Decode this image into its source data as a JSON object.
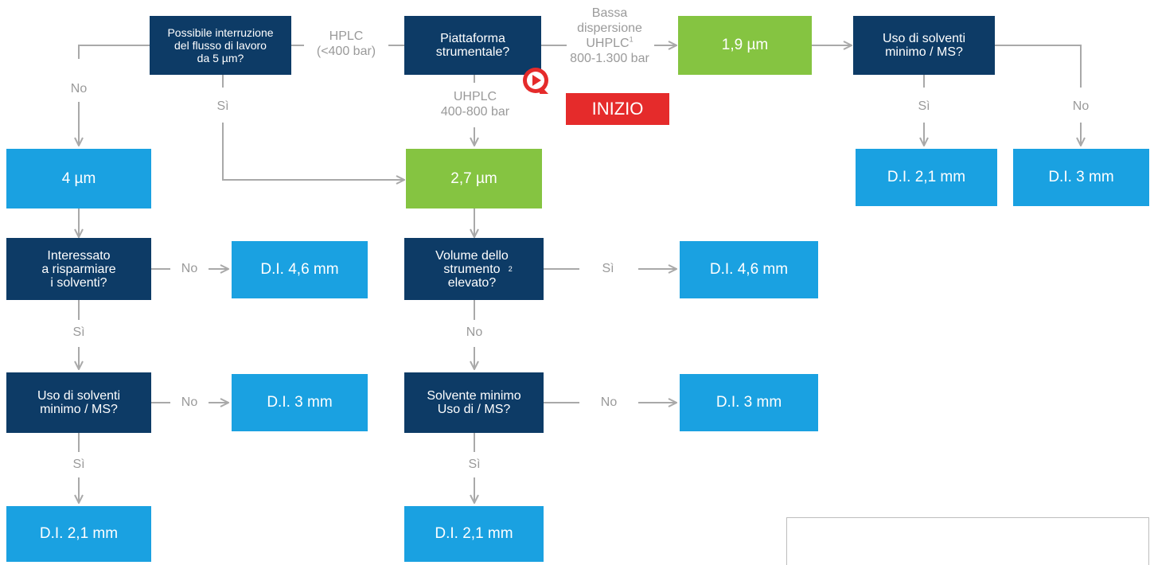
{
  "questions": {
    "q_flow": "Possibile interruzione\ndel flusso di lavoro\nda 5 µm?",
    "q_platform": "Piattaforma\nstrumentale?",
    "q_solvent_right": "Uso di solventi\nminimo / MS?",
    "q_save_solvent": "Interessato\na risparmiare\ni solventi?",
    "q_volume": "Volume dello\nstrumento\nelevato?",
    "q_volume_sup": "2",
    "q_solvent_left": "Uso di solventi\nminimo / MS?",
    "q_solvent_center": "Solvente minimo\nUso di / MS?"
  },
  "results": {
    "r_4um": "4 µm",
    "r_27um": "2,7 µm",
    "r_19um": "1,9 µm",
    "r_right_21": "D.I. 2,1 mm",
    "r_right_3": "D.I. 3 mm",
    "r_left_46": "D.I. 4,6 mm",
    "r_center_46": "D.I. 4,6 mm",
    "r_left_3": "D.I. 3 mm",
    "r_center_3": "D.I. 3 mm",
    "r_left_21": "D.I. 2,1 mm",
    "r_center_21": "D.I. 2,1 mm"
  },
  "edge_labels": {
    "hplc": "HPLC\n(<400 bar)",
    "low_disp_a": "Bassa\ndispersione\nUHPLC",
    "low_disp_sup": "1",
    "low_disp_b": "800-1.300 bar",
    "uhplc": "UHPLC\n400-800 bar",
    "no_flow": "No",
    "si_flow": "Sì",
    "si_right": "Sì",
    "no_right": "No",
    "no_save": "No",
    "si_save": "Sì",
    "si_volume": "Sì",
    "no_volume": "No",
    "no_solvent_left": "No",
    "si_solvent_left": "Sì",
    "no_solvent_center": "No",
    "si_solvent_center": "Sì"
  },
  "start_label": "INIZIO",
  "colors": {
    "question": "#0d3b66",
    "result": "#1aa1e1",
    "particle": "#85c441",
    "connector": "#a9a9a9",
    "start": "#e52b2b"
  }
}
